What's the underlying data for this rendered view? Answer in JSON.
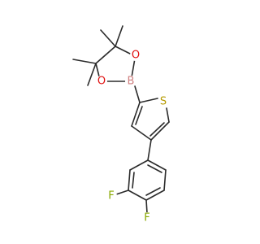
{
  "molecule": {
    "atoms": {
      "sulfur": {
        "symbol": "S",
        "color": "#b59a00"
      },
      "boron": {
        "symbol": "B",
        "color": "#d08080"
      },
      "oxygen_upper": {
        "symbol": "O",
        "color": "#e01010"
      },
      "oxygen_lower": {
        "symbol": "O",
        "color": "#e01010"
      },
      "fluorine_meta": {
        "symbol": "F",
        "color": "#88a800"
      },
      "fluorine_para": {
        "symbol": "F",
        "color": "#88a800"
      }
    },
    "bond_color": "#2b2b2b"
  }
}
